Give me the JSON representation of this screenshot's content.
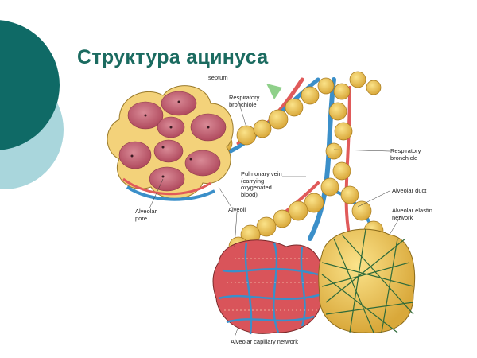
{
  "slide": {
    "title": "Структура ацинуса",
    "accent_colors": {
      "dark_circle": "#0f6a66",
      "light_circle": "#a9d6dc",
      "title": "#1b6b60"
    }
  },
  "figure": {
    "labels": {
      "septum": "septum",
      "respiratory_bronchiole_top": "Respiratory\nbronchiole",
      "respiratory_bronchiole_right": "Respiratory\nbronchicle",
      "pulmonary_vein": "Pulmonary vein\n(carrying\noxygenated\nblood)",
      "alveolar_duct": "Alveolar duct",
      "alveolar_elastin_network": "Alveolar elastin\nnetwork",
      "alveolar_pore": "Alveolar\npore",
      "alveoli": "Alveoli",
      "alveolar_capillary_network": "Alveolar capillary network"
    }
  }
}
